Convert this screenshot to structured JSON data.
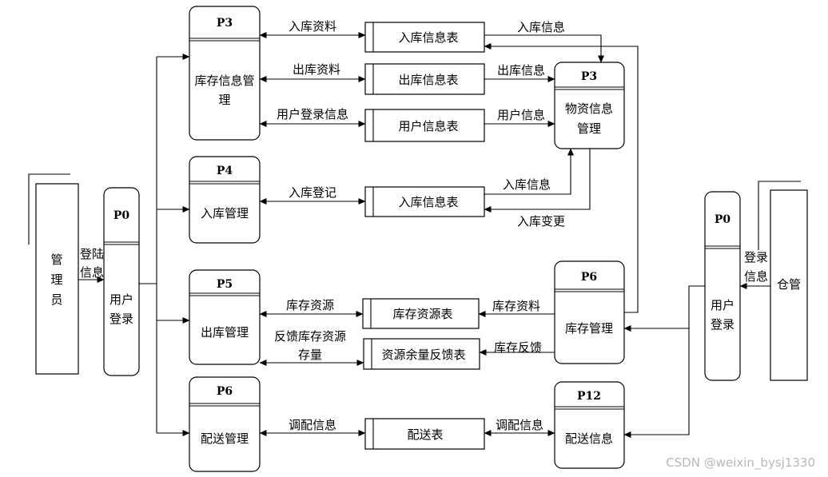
{
  "processes": {
    "p3_stock": {
      "id": "P3",
      "name_line1": "库存信息管",
      "name_line2": "理"
    },
    "p4": {
      "id": "P4",
      "name": "入库管理"
    },
    "p5": {
      "id": "P5",
      "name": "出库管理"
    },
    "p6_delivery": {
      "id": "P6",
      "name": "配送管理"
    },
    "p0_left": {
      "id": "P0",
      "name_line1": "用户",
      "name_line2": "登录"
    },
    "p3_material": {
      "id": "P3",
      "name_line1": "物资信息",
      "name_line2": "管理"
    },
    "p6_inventory": {
      "id": "P6",
      "name": "库存管理"
    },
    "p12": {
      "id": "P12",
      "name": "配送信息"
    },
    "p0_right": {
      "id": "P0",
      "name_line1": "用户",
      "name_line2": "登录"
    }
  },
  "stores": {
    "inbound_table_1": "入库信息表",
    "outbound_table": "出库信息表",
    "user_table": "用户信息表",
    "inbound_table_2": "入库信息表",
    "stock_resource_table": "库存资源表",
    "feedback_table": "资源余量反馈表",
    "delivery_table": "配送表"
  },
  "entities": {
    "admin": [
      "管",
      "理",
      "员"
    ],
    "keeper": "仓管"
  },
  "flows": {
    "inbound_data": "入库资料",
    "outbound_data": "出库资料",
    "user_login_info": "用户登录信息",
    "inbound_register": "入库登记",
    "stock_resource": "库存资源",
    "feedback_stock_line1": "反馈库存资源",
    "feedback_stock_line2": "存量",
    "dispatch_info_left": "调配信息",
    "inbound_info_top": "入库信息",
    "outbound_info": "出库信息",
    "user_info": "用户信息",
    "inbound_info_mid": "入库信息",
    "inbound_change": "入库变更",
    "stock_data": "库存资料",
    "stock_feedback": "库存反馈",
    "dispatch_info_right": "调配信息",
    "login_info_left_1": "登陆",
    "login_info_left_2": "信息",
    "login_info_right_1": "登录",
    "login_info_right_2": "信息"
  },
  "watermark": "CSDN @weixin_bysj1330"
}
